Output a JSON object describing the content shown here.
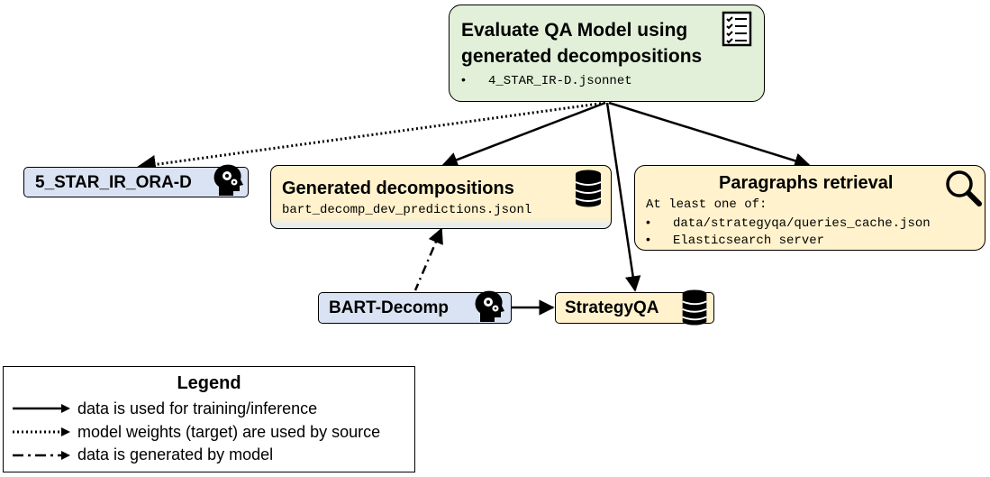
{
  "nodes": {
    "evaluate": {
      "title_line1": "Evaluate QA Model using",
      "title_line2": "generated decompositions",
      "bullet": "4_STAR_IR-D.jsonnet",
      "icon": "checklist-icon"
    },
    "ora": {
      "title": "5_STAR_IR_ORA-D",
      "icon": "brain-gears-icon"
    },
    "generated": {
      "title": "Generated decompositions",
      "file": "bart_decomp_dev_predictions.jsonl",
      "icon": "database-icon"
    },
    "paragraphs": {
      "title": "Paragraphs retrieval",
      "intro": "At least one of:",
      "bullets": [
        "data/strategyqa/queries_cache.json",
        "Elasticsearch server"
      ],
      "icon": "search-icon"
    },
    "bart": {
      "title": "BART-Decomp",
      "icon": "brain-gears-icon"
    },
    "strategyqa": {
      "title": "StrategyQA",
      "icon": "database-icon"
    }
  },
  "legend": {
    "title": "Legend",
    "items": [
      "data is used for training/inference",
      "model weights (target) are used by source",
      "data is generated by model"
    ]
  },
  "colors": {
    "model": "#dae3f3",
    "data": "#fff2cc",
    "evaluation": "#e2f0d9",
    "stroke": "#000000"
  }
}
